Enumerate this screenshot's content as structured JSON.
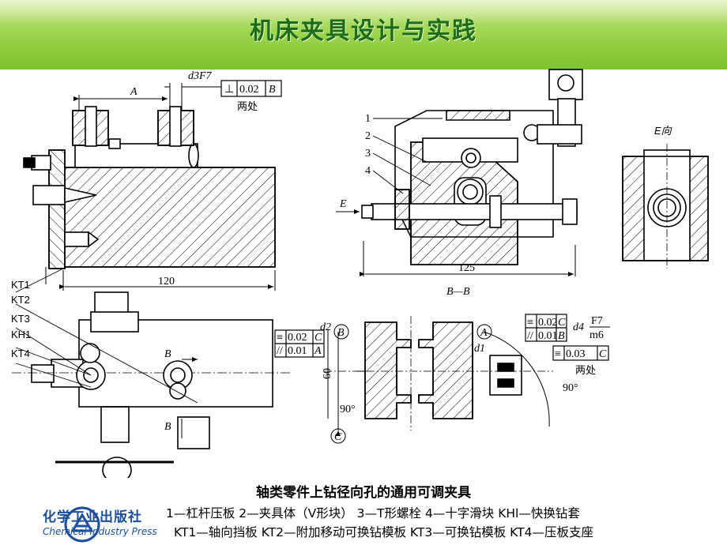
{
  "slide": {
    "title": "机床夹具设计与实践"
  },
  "drawing": {
    "top_left": {
      "dim_A": "A",
      "tol_fit": "d3F7",
      "tol_symbol": "⊥",
      "tol_value": "0.02",
      "tol_datum": "B",
      "tol_note": "两处",
      "width": "120"
    },
    "top_middle": {
      "labels": [
        "1",
        "2",
        "3",
        "4"
      ],
      "arrow_E": "E",
      "width": "125",
      "section": "B—B"
    },
    "top_right": {
      "view": "E向"
    },
    "bottom_left": {
      "labels": [
        "KT1",
        "KT2",
        "KT3",
        "KH1",
        "KT4"
      ],
      "sec_B1": "B",
      "sec_B2": "B",
      "tol1_symbol": "≡",
      "tol1_value": "0.02",
      "tol1_datum": "C",
      "tol2_symbol": "//",
      "tol2_value": "0.01",
      "tol2_datum": "A"
    },
    "bottom_right": {
      "d2": "d2",
      "datum_B": "B",
      "datum_A": "A",
      "datum_C": "C",
      "d1": "d1",
      "dim_60": "60",
      "angle1": "90°",
      "angle2": "90°",
      "tol1_symbol": "≡",
      "tol1_value": "0.02",
      "tol1_datum": "C",
      "tol2_symbol": "//",
      "tol2_value": "0.01",
      "tol2_datum": "B",
      "fit": "d4",
      "fit_num": "F7",
      "fit_den": "m6",
      "tol3_symbol": "≡",
      "tol3_value": "0.03",
      "tol3_datum": "C",
      "tol3_note": "两处"
    }
  },
  "caption": {
    "title": "轴类零件上钻径向孔的通用可调夹具",
    "line1": "1—杠杆压板 2—夹具体（V形块） 3—T形螺栓 4—十字滑块 KHl—快换钻套",
    "line2": "KT1—轴向挡板 KT2—附加移动可换钻模板 KT3—可换钻模板 KT4—压板支座"
  },
  "publisher": {
    "name_cn": "化学工业出版社",
    "name_en": "Chemical Industry Press",
    "brand_color": "#1a4f9c"
  }
}
